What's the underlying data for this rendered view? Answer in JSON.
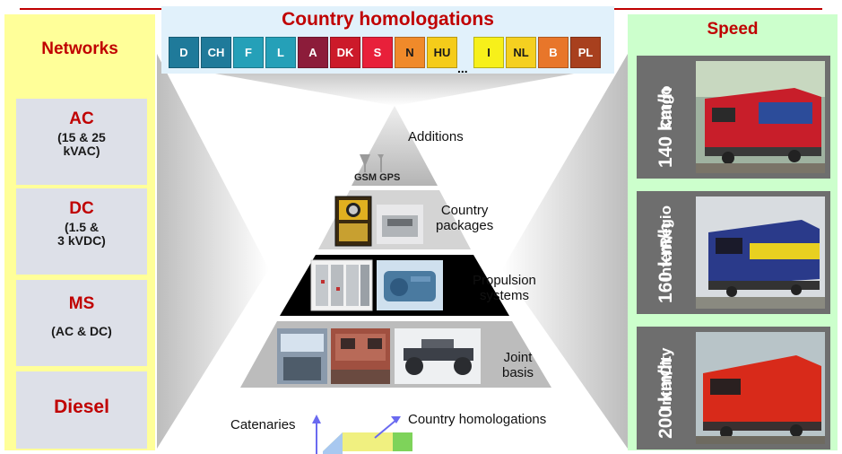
{
  "homologations": {
    "title": "Country homologations",
    "flags": [
      {
        "code": "D",
        "color": "#1f7a9a",
        "text_dark": false
      },
      {
        "code": "CH",
        "color": "#1f7a9a",
        "text_dark": false
      },
      {
        "code": "F",
        "color": "#25a0b8",
        "text_dark": false
      },
      {
        "code": "L",
        "color": "#25a0b8",
        "text_dark": false
      },
      {
        "code": "A",
        "color": "#8c1c3a",
        "text_dark": false
      },
      {
        "code": "DK",
        "color": "#cc1a2a",
        "text_dark": false
      },
      {
        "code": "S",
        "color": "#e8203a",
        "text_dark": false
      },
      {
        "code": "N",
        "color": "#f08a2a",
        "text_dark": true
      },
      {
        "code": "HU",
        "color": "#f5cc1a",
        "text_dark": true
      },
      {
        "code": "I",
        "color": "#f7f01a",
        "text_dark": true
      },
      {
        "code": "NL",
        "color": "#f5d020",
        "text_dark": true
      },
      {
        "code": "B",
        "color": "#e8762a",
        "text_dark": false
      },
      {
        "code": "PL",
        "color": "#a8401e",
        "text_dark": false
      }
    ],
    "ellipsis": "..."
  },
  "networks": {
    "title": "Networks",
    "items": [
      {
        "main": "AC",
        "sub_line1": "(15 & 25",
        "sub_line2": "kVAC)"
      },
      {
        "main": "DC",
        "sub_line1": "(1.5 &",
        "sub_line2": "3 kVDC)"
      },
      {
        "main": "MS",
        "sub_line1": "(AC & DC)",
        "sub_line2": ""
      },
      {
        "main": "Diesel",
        "sub_line1": "",
        "sub_line2": ""
      }
    ]
  },
  "speed": {
    "title": "Speed",
    "items": [
      {
        "name": "Cargo",
        "value": "140 km/h"
      },
      {
        "name": "InterRegio",
        "value": "160 km/h"
      },
      {
        "name": "InterCity",
        "value": "200 km/h"
      }
    ]
  },
  "pyramid": {
    "levels": [
      {
        "line1": "Additions",
        "line2": ""
      },
      {
        "line1": "Country",
        "line2": "packages"
      },
      {
        "line1": "Propulsion",
        "line2": "systems"
      },
      {
        "line1": "Joint",
        "line2": "basis"
      }
    ],
    "gsm_label": "GSM",
    "gps_label": "GPS"
  },
  "axes": {
    "catenaries": "Catenaries",
    "homologations": "Country homologations"
  },
  "colors": {
    "accent_red": "#c00000",
    "networks_bg": "#ffff99",
    "speed_bg": "#ccffcc",
    "homologations_bg": "#e1f1fb",
    "card_bg": "#dde0e8"
  }
}
